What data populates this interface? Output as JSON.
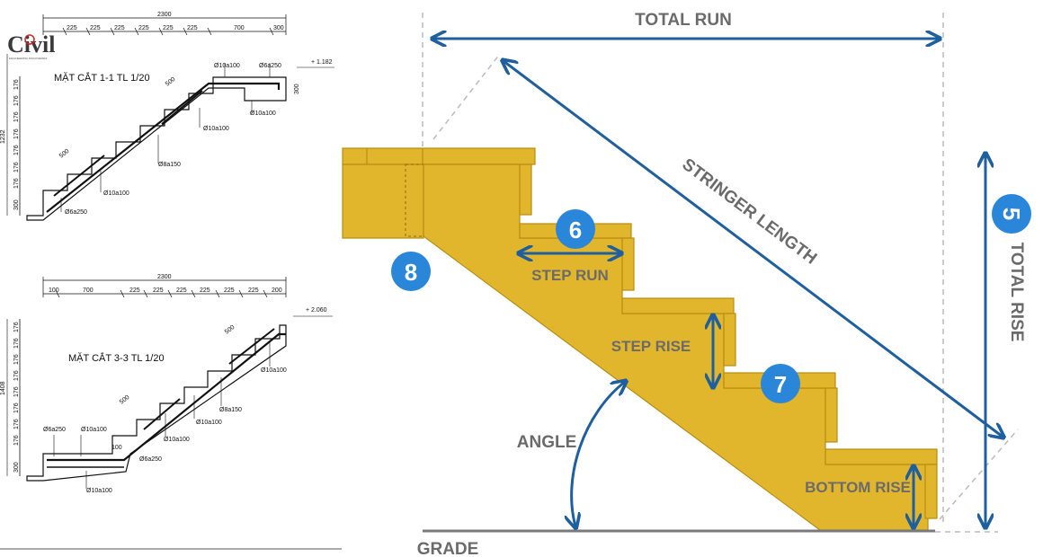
{
  "logo": {
    "text": "Civil",
    "tagline": "ENGINEERING DISCOVERIES"
  },
  "drawing1": {
    "title": "MẶT CẮT 1-1 TL 1/20",
    "total_dim": "2300",
    "step_dims": [
      "225",
      "225",
      "225",
      "225",
      "225",
      "225",
      "700",
      "300"
    ],
    "rise_dims": [
      "176",
      "176",
      "176",
      "176",
      "176",
      "176",
      "176"
    ],
    "height_dim": "1232",
    "base_dim": "300",
    "level": "+ 1.182",
    "rebar_labels": [
      "Ø10a100",
      "Ø6a250",
      "Ø10a100",
      "Ø10a100",
      "Ø8a150",
      "Ø10a100",
      "Ø6a250",
      "300",
      "500",
      "500"
    ]
  },
  "drawing2": {
    "title": "MẶT CẮT 3-3 TL 1/20",
    "total_dim": "2300",
    "step_dims": [
      "100",
      "700",
      "225",
      "225",
      "225",
      "225",
      "225",
      "225",
      "200"
    ],
    "rise_dims": [
      "176",
      "176",
      "176",
      "176",
      "176",
      "176",
      "176",
      "176"
    ],
    "height_dim": "1408",
    "base_dim": "300",
    "level": "+ 2.060",
    "rebar_labels": [
      "Ø10a100",
      "Ø8a150",
      "Ø10a100",
      "Ø10a100",
      "Ø6a250",
      "Ø10a100",
      "Ø6a250",
      "Ø10a100",
      "100",
      "500",
      "500"
    ]
  },
  "stair": {
    "labels": {
      "total_run": "TOTAL RUN",
      "stringer_length": "STRINGER LENGTH",
      "total_rise": "TOTAL RISE",
      "step_run": "STEP RUN",
      "step_rise": "STEP RISE",
      "angle": "ANGLE",
      "bottom_rise": "BOTTOM RISE",
      "grade": "GRADE"
    },
    "badges": [
      "5",
      "6",
      "7",
      "8"
    ],
    "colors": {
      "wood": "#e2b62c",
      "wood_edge": "#b88d12",
      "arrow": "#1f5f9e",
      "badge": "#2a86d9",
      "text": "#6b6b6b"
    }
  }
}
